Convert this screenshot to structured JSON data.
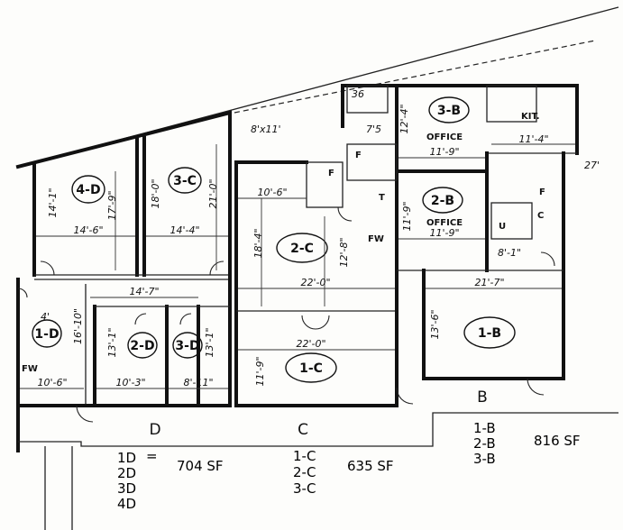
{
  "rooms": {
    "r4d": {
      "label": "4-D",
      "w": "14'-6\"",
      "h": "17'-9\"",
      "h2": "14'-1\""
    },
    "r3c": {
      "label": "3-C",
      "w": "14'-4\"",
      "h": "18'-0\"",
      "h2": "21'-0\""
    },
    "r2c": {
      "label": "2-C",
      "w": "22'-0\"",
      "h": "12'-8\"",
      "h2": "18'-4\"",
      "top": "10'-6\"",
      "fw": "FW"
    },
    "r1c": {
      "label": "1-C",
      "w": "22'-0\"",
      "h": "11'-9\""
    },
    "r1d": {
      "label": "1-D",
      "w": "10'-6\"",
      "h": "16'-10\"",
      "side": "4'",
      "fw": "FW"
    },
    "r2d": {
      "label": "2-D",
      "w": "10'-3\"",
      "h": "13'-1\"",
      "top": "14'-7\""
    },
    "r3d": {
      "label": "3-D",
      "w": "8'-11\"",
      "h": "13'-1\""
    },
    "r3b": {
      "label": "3-B",
      "word": "OFFICE",
      "w": "11'-9\"",
      "h": "12'-4\""
    },
    "r2b": {
      "label": "2-B",
      "word": "OFFICE",
      "w": "11'-9\"",
      "h": "11'-9\""
    },
    "r1b": {
      "label": "1-B",
      "w": "21'-7\"",
      "h": "13'-6\""
    },
    "kit": {
      "label": "KIT.",
      "w": "11'-4\"",
      "side": "27'"
    },
    "misc": {
      "d36": "36",
      "d75": "7'5",
      "d8x11": "8'x11'",
      "d81": "8'-1\"",
      "f1": "F",
      "f2": "F",
      "f3": "F",
      "t": "T",
      "c": "C",
      "u": "U"
    }
  },
  "suites": {
    "d": "D",
    "c": "C",
    "b": "B"
  },
  "summary": {
    "d_units": [
      "1D",
      "2D",
      "3D",
      "4D"
    ],
    "d_eq": "=",
    "d_sf": "704 SF",
    "c_units": [
      "1-C",
      "2-C",
      "3-C"
    ],
    "c_sf": "635 SF",
    "b_units": [
      "1-B",
      "2-B",
      "3-B"
    ],
    "b_sf": "816 SF"
  }
}
